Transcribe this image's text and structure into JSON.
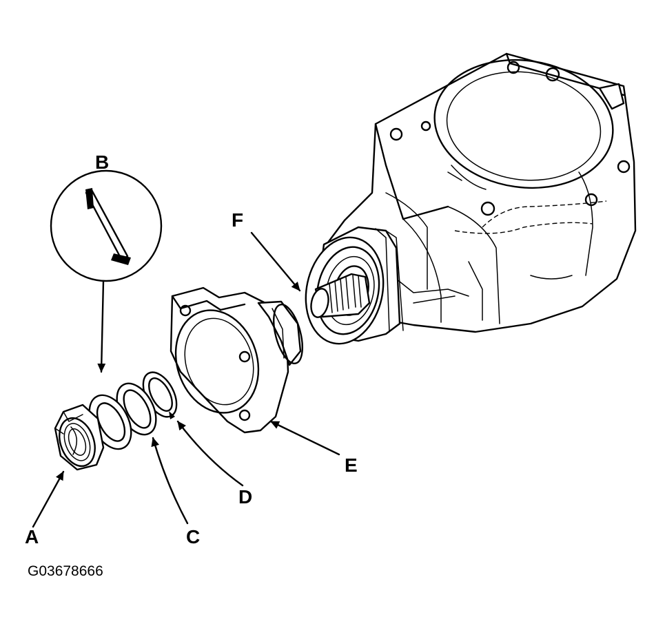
{
  "figure_id": "G03678666",
  "callouts": {
    "a": "A",
    "b": "B",
    "c": "C",
    "d": "D",
    "e": "E",
    "f": "F"
  }
}
